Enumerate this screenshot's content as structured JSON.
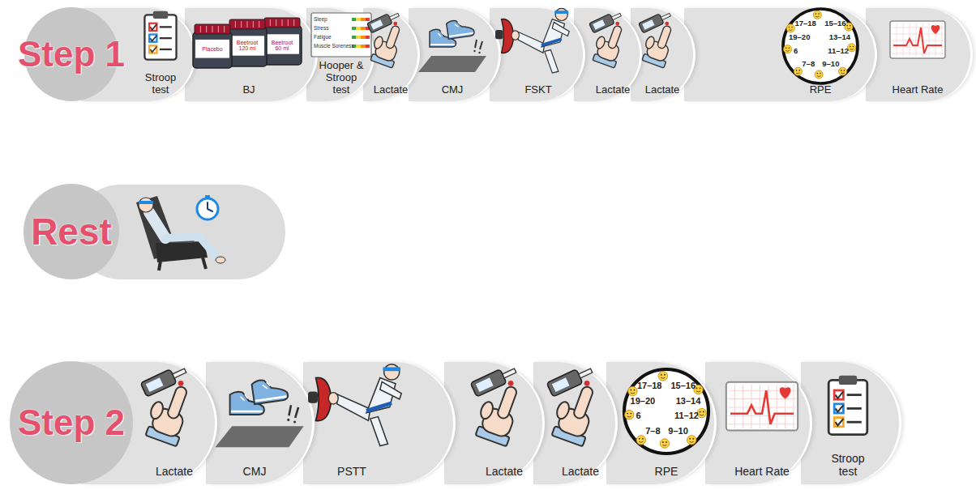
{
  "diagram": {
    "nodes": [
      {
        "text": [
          "Step 1"
        ]
      },
      {
        "text": [
          "Stroop test"
        ]
      },
      {
        "text": [
          "BJ"
        ]
      },
      {
        "text": [
          "Hooper & Stroop test"
        ]
      },
      {
        "text": [
          "Lactate"
        ]
      },
      {
        "text": [
          "CMJ"
        ]
      },
      {
        "text": [
          "FSKT"
        ]
      },
      {
        "text": [
          "Lactate"
        ]
      },
      {
        "text": [
          "Lactate"
        ]
      },
      {
        "text": [
          "RPE"
        ]
      },
      {
        "text": [
          "Heart Rate"
        ]
      },
      {
        "text": [
          "Rest"
        ]
      },
      {
        "text": [
          "Step 2"
        ]
      },
      {
        "text": [
          "Lactate"
        ]
      },
      {
        "text": [
          "CMJ"
        ]
      },
      {
        "text": [
          "PSTT"
        ]
      },
      {
        "text": [
          "Lactate"
        ]
      },
      {
        "text": [
          "Lactate"
        ]
      },
      {
        "text": [
          "RPE"
        ]
      },
      {
        "text": [
          "Heart Rate"
        ]
      },
      {
        "text": [
          "Stroop test"
        ]
      }
    ],
    "labels": [
      "Placebo",
      "Beetroot 120 ml",
      "Beetroot 60 ml",
      "Sleep",
      "Stress",
      "Fatigue",
      "Muscle Soreness",
      "17–18",
      "15–16",
      "19–20",
      "13–14",
      "6",
      "11–12",
      "7–8",
      "9–10",
      "17–18",
      "15–16",
      "19–20",
      "13–14",
      "6",
      "11–12",
      "7–8",
      "9–10"
    ]
  }
}
